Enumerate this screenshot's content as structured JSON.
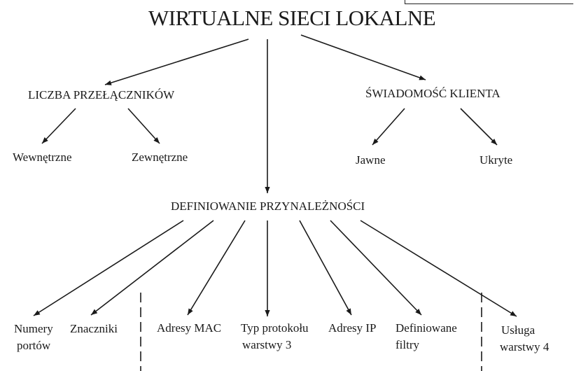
{
  "diagram": {
    "title": "WIRTUALNE SIECI LOKALNE",
    "categories": {
      "switches": "LICZBA PRZEŁĄCZNIKÓW",
      "awareness": "ŚWIADOMOŚĆ KLIENTA",
      "membership": "DEFINIOWANIE PRZYNALEŻNOŚCI"
    },
    "switches_children": [
      "Wewnętrzne",
      "Zewnętrzne"
    ],
    "awareness_children": [
      "Jawne",
      "Ukryte"
    ],
    "membership_children": [
      {
        "line1": "Numery",
        "line2": "portów"
      },
      {
        "line1": "Znaczniki",
        "line2": ""
      },
      {
        "line1": "Adresy MAC",
        "line2": ""
      },
      {
        "line1": "Typ protokołu",
        "line2": "warstwy 3"
      },
      {
        "line1": "Adresy IP",
        "line2": ""
      },
      {
        "line1": "Definiowane",
        "line2": "filtry"
      },
      {
        "line1": "Usługa",
        "line2": "warstwy 4"
      }
    ]
  },
  "colors": {
    "line": "#1a1a1a",
    "text": "#1a1a1a"
  }
}
